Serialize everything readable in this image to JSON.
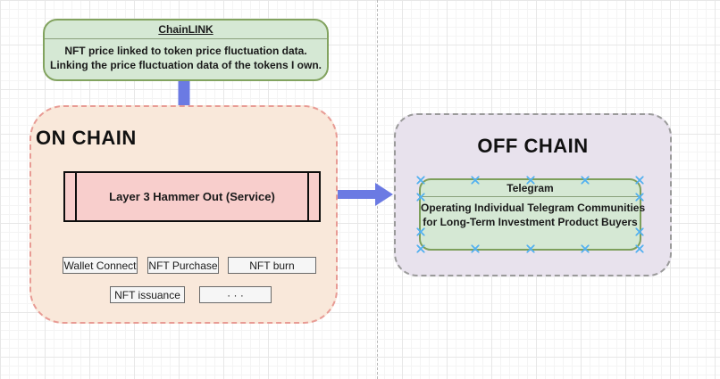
{
  "chainlink_box": {
    "title": "ChainLINK",
    "body_line1": "NFT price linked to token price fluctuation data.",
    "body_line2": "Linking the price fluctuation data of the tokens I own."
  },
  "on_chain": {
    "title": "ON CHAIN",
    "process_label": "Layer 3 Hammer Out (Service)",
    "chips": [
      "Wallet Connect",
      "NFT Purchase",
      "NFT burn",
      "NFT issuance",
      "· · ·"
    ]
  },
  "off_chain": {
    "title": "OFF CHAIN",
    "telegram_box": {
      "title": "Telegram",
      "body_line1": "Operating Individual Telegram Communities",
      "body_line2": "for Long-Term Investment Product Buyers"
    }
  },
  "icons": {
    "down_arrow": "down-arrow",
    "right_arrow": "right-arrow",
    "connection_point": "connection-point-cross"
  },
  "colors": {
    "arrow_blue": "#6b7ae3",
    "green_fill": "#d5e8d4",
    "green_stroke": "#82a35f",
    "pink_fill": "#f8cecc",
    "process_stroke": "#0d0d0d",
    "on_chain_fill": "#f9e8da",
    "on_chain_stroke": "#e89b94",
    "off_chain_fill": "#e8e2ed",
    "off_chain_stroke": "#9a9a9a",
    "chip_fill": "#f6f6f6",
    "chip_stroke": "#696969",
    "connection_point_blue": "#53b1f0",
    "grid_line": "#e7e7e7"
  }
}
